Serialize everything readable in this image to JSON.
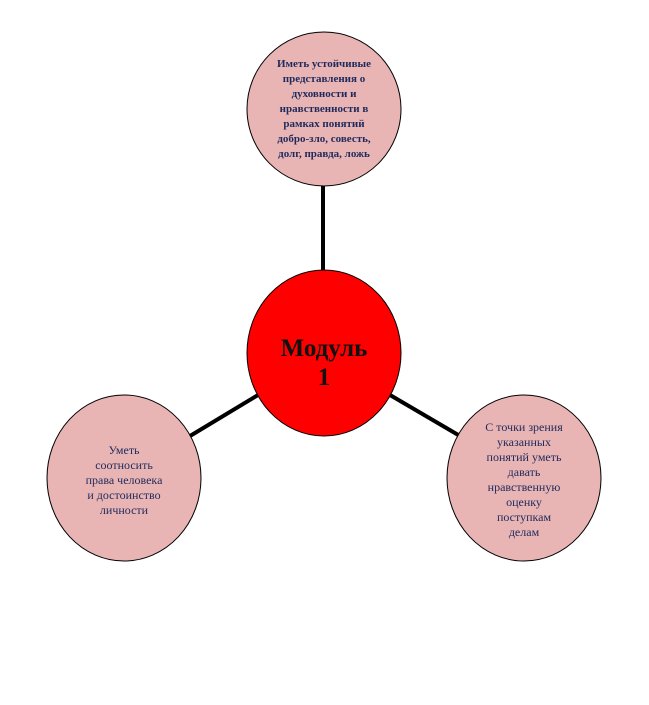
{
  "colors": {
    "center_fill": "#ff0000",
    "satellite_fill": "#e8b4b4",
    "outline": "#000000",
    "connector": "#000000",
    "satellite_text": "#1f2a5c"
  },
  "center_node": {
    "label": "Модуль\n1"
  },
  "nodes": {
    "top": {
      "label": "Иметь устойчивые\nпредставления о\nдуховности и\nнравственности в\nрамках понятий\nдобро-зло, совесть,\nдолг, правда, ложь"
    },
    "left": {
      "label": "Уметь\nсоотносить\nправа человека\nи достоинство\nличности"
    },
    "right": {
      "label": "С точки зрения\nуказанных\nпонятий уметь\nдавать\nнравственную\nоценку\nпоступкам\nделам"
    }
  }
}
